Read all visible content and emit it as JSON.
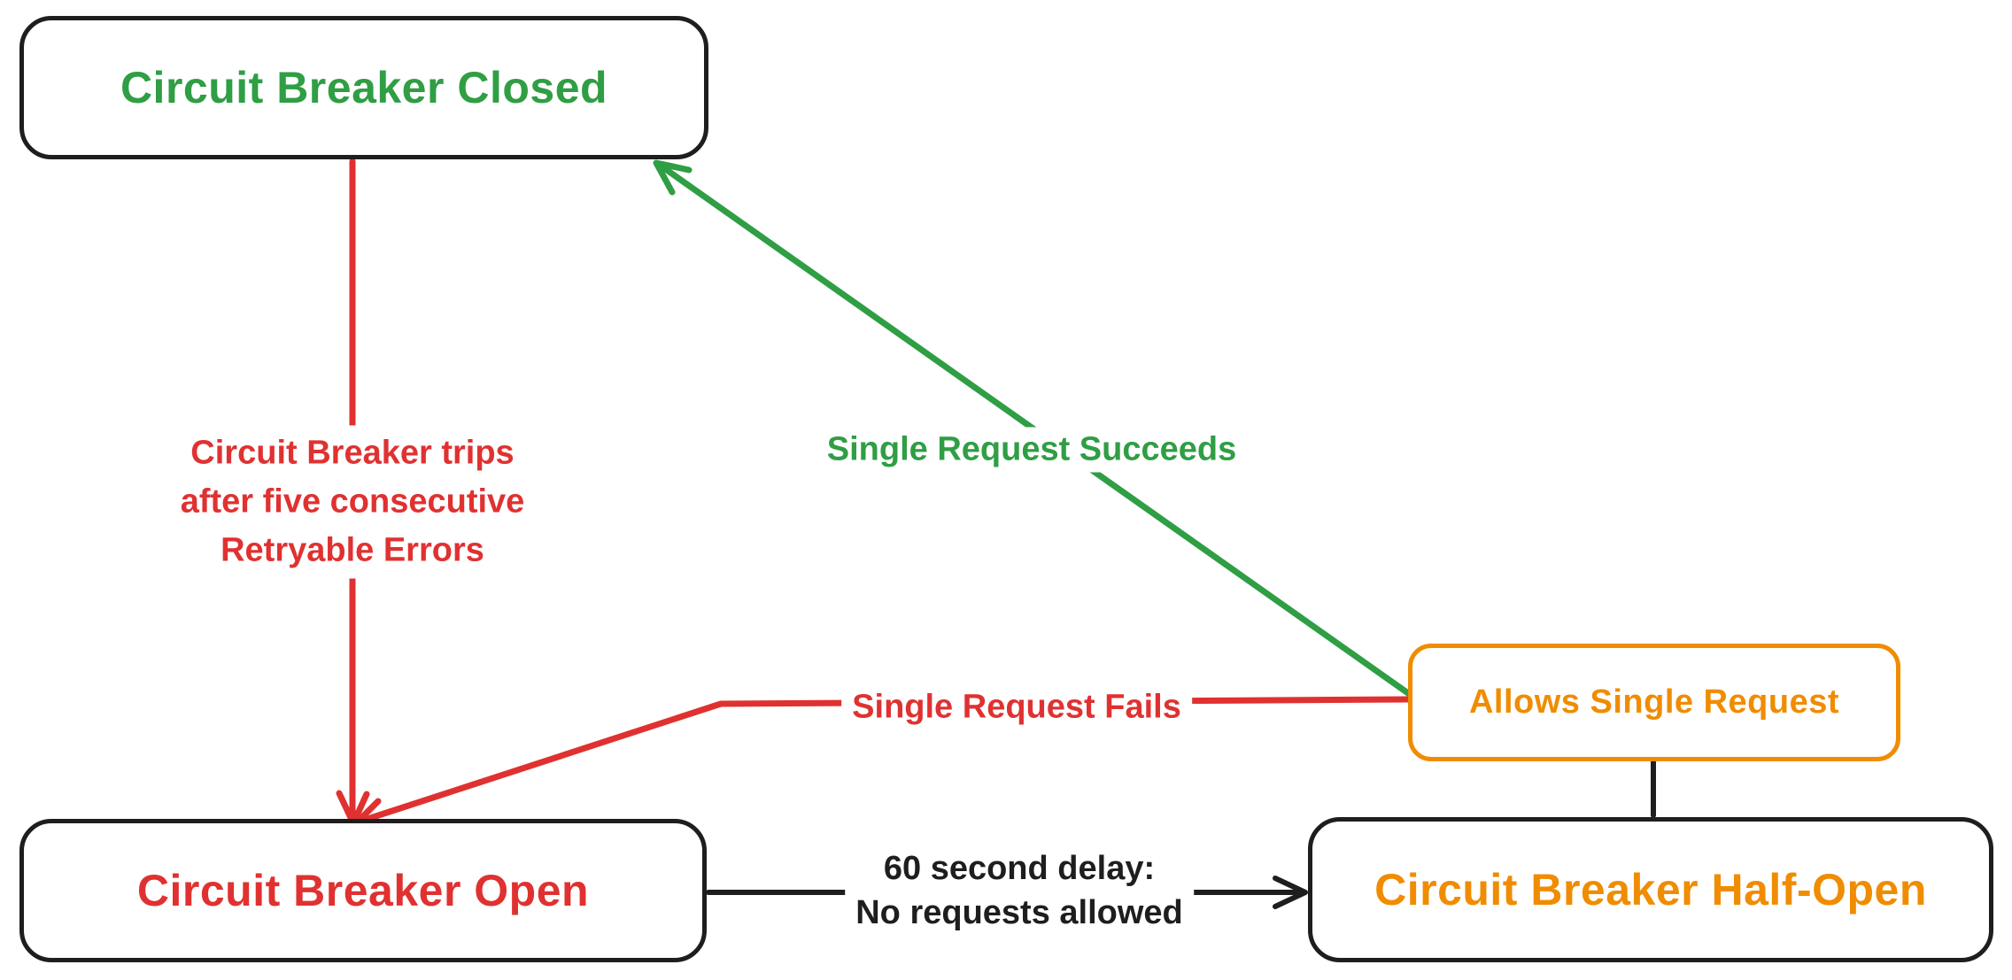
{
  "diagram": {
    "title": "Circuit Breaker state diagram",
    "nodes": {
      "closed": {
        "label": "Circuit Breaker Closed",
        "text_color": "#2f9e44",
        "border_color": "#1e1e1e"
      },
      "open": {
        "label": "Circuit Breaker Open",
        "text_color": "#e03131",
        "border_color": "#1e1e1e"
      },
      "half_open": {
        "label": "Circuit Breaker Half-Open",
        "text_color": "#f08c00",
        "border_color": "#1e1e1e"
      },
      "allows": {
        "label": "Allows Single Request",
        "text_color": "#f08c00",
        "border_color": "#f08c00"
      }
    },
    "edges": {
      "trips": {
        "from": "closed",
        "to": "open",
        "color": "#e03131",
        "label_lines": [
          "Circuit Breaker trips",
          "after five consecutive",
          "Retryable Errors"
        ]
      },
      "succeeds": {
        "from": "allows",
        "to": "closed",
        "color": "#2f9e44",
        "label": "Single Request Succeeds"
      },
      "fails": {
        "from": "allows",
        "to": "open",
        "color": "#e03131",
        "label": "Single Request Fails"
      },
      "delay": {
        "from": "open",
        "to": "half_open",
        "color": "#1e1e1e",
        "label_lines": [
          "60 second delay:",
          "No requests allowed"
        ]
      },
      "connector": {
        "from": "half_open",
        "to": "allows",
        "color": "#1e1e1e",
        "label": ""
      }
    },
    "colors": {
      "green": "#2f9e44",
      "red": "#e03131",
      "orange": "#f08c00",
      "black": "#1e1e1e",
      "background": "#ffffff"
    }
  }
}
